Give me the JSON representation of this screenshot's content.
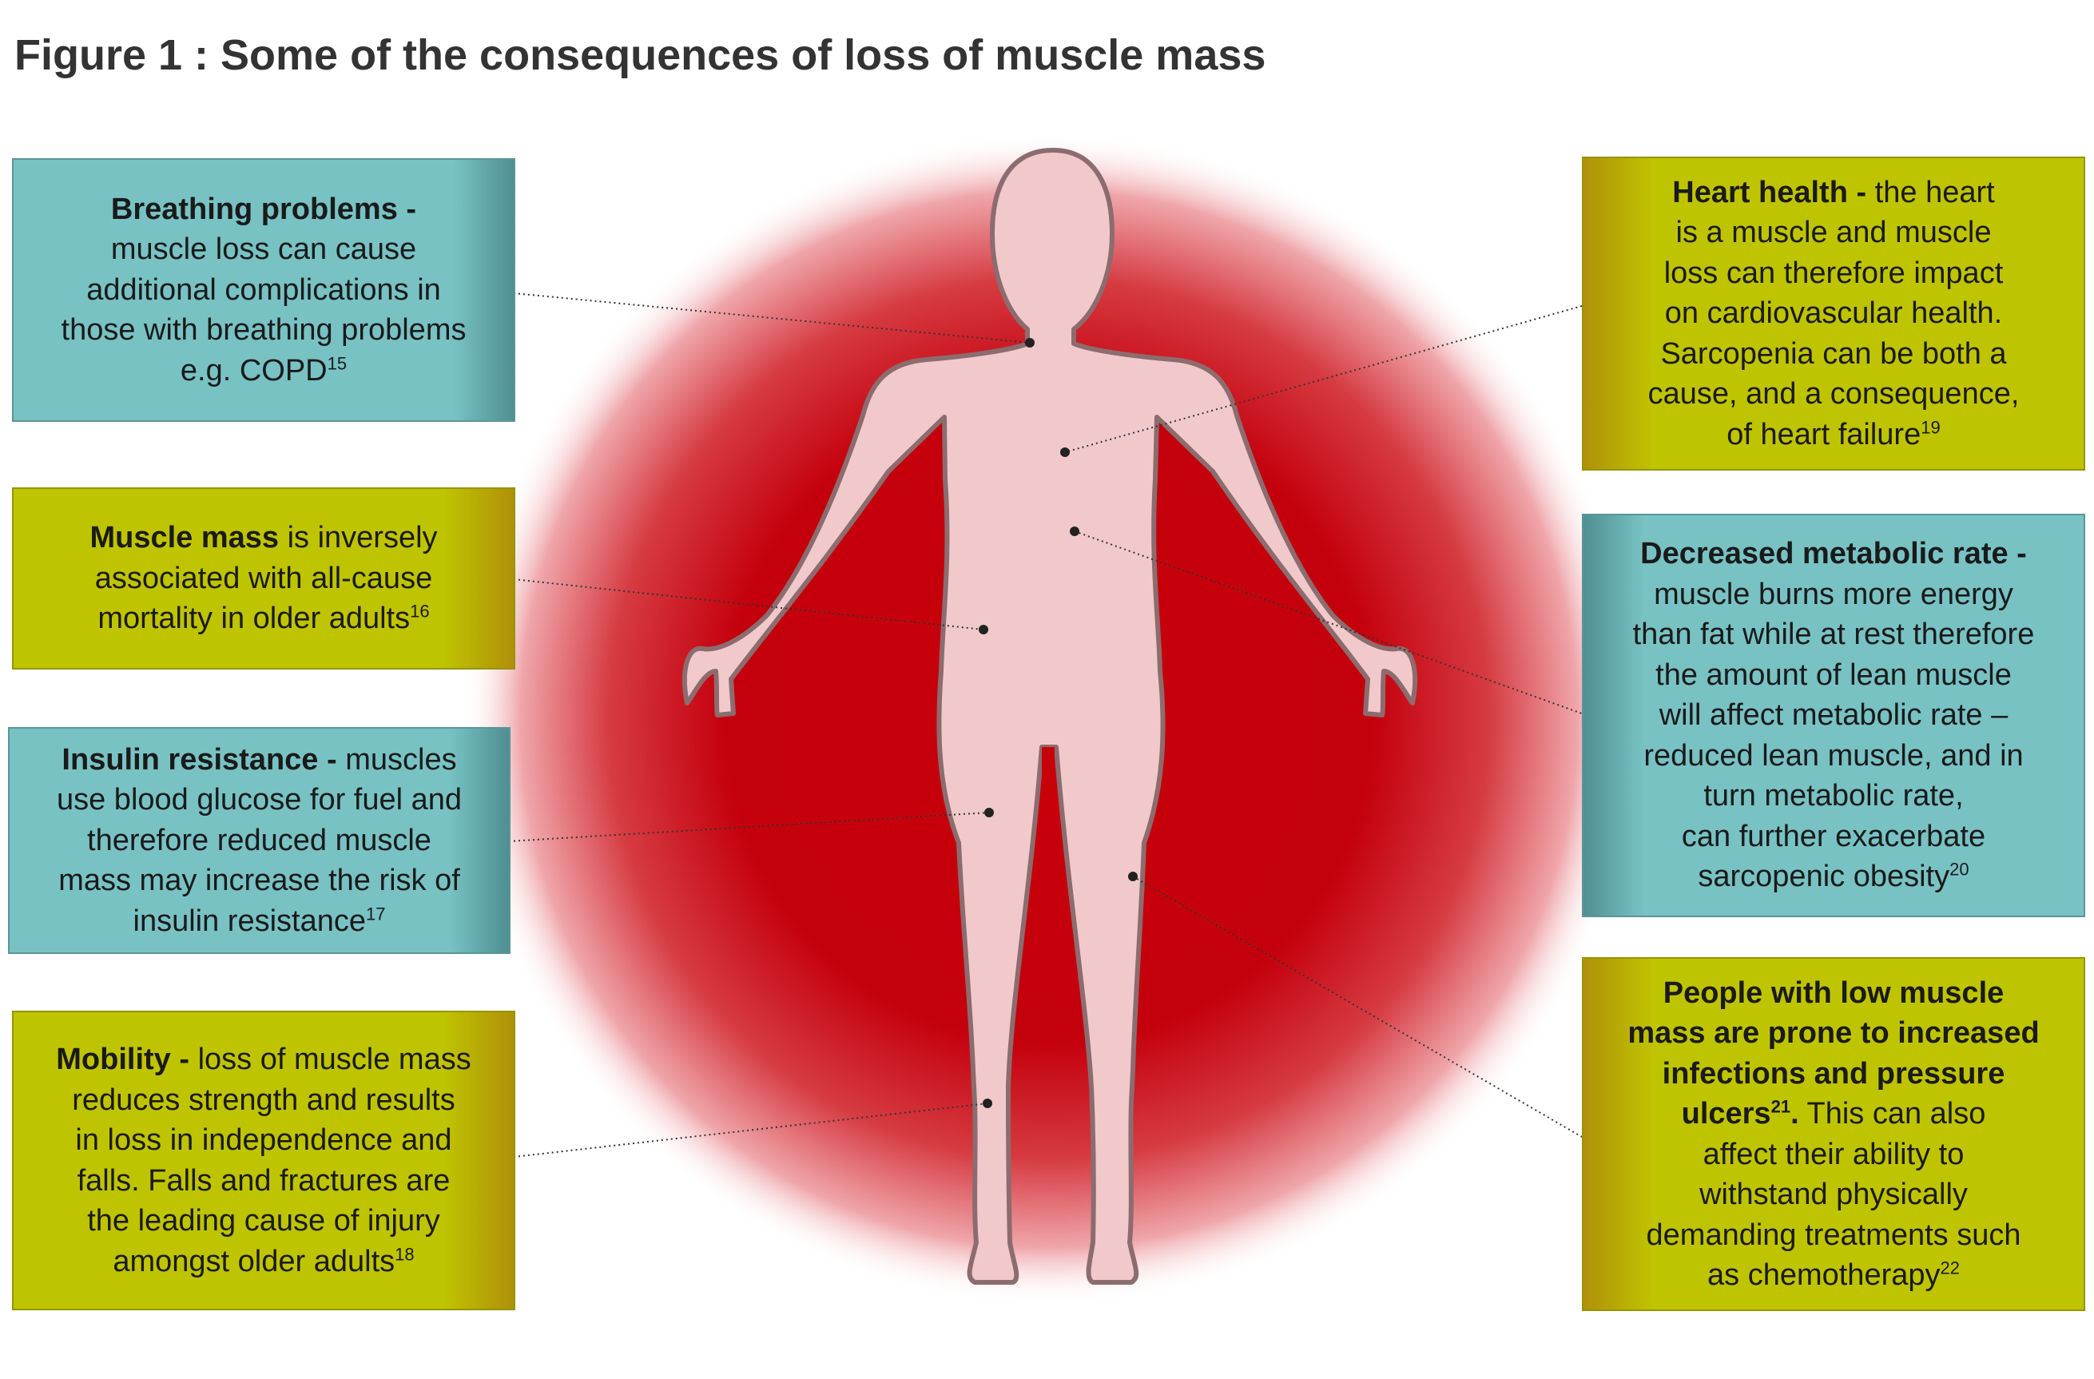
{
  "title": "Figure 1 : Some of the consequences of loss of muscle mass",
  "colors": {
    "teal": "#78c2c4",
    "olive": "#bfc400",
    "glow_center": "#c8000a",
    "body_fill": "#f2c9cb",
    "body_outline": "#8c6c6e",
    "connector": "#333333"
  },
  "callouts": {
    "breathing": {
      "heading": "Breathing problems -",
      "line1": "muscle loss can cause",
      "line2": "additional complications in",
      "line3": "those with breathing problems",
      "line4": "e.g. COPD",
      "ref": "15"
    },
    "muscle_mass": {
      "heading": "Muscle mass",
      "text1": " is inversely",
      "line2": "associated with all-cause",
      "line3": "mortality in older adults",
      "ref": "16"
    },
    "insulin": {
      "heading": "Insulin resistance -",
      "text1": " muscles",
      "line2": "use blood glucose for fuel and",
      "line3": "therefore reduced muscle",
      "line4": "mass may increase the risk of",
      "line5": "insulin resistance",
      "ref": "17"
    },
    "mobility": {
      "heading": "Mobility -",
      "text1": " loss of muscle mass",
      "line2": "reduces strength and results",
      "line3": "in loss in independence and",
      "line4": "falls. Falls and fractures are",
      "line5": "the leading cause of injury",
      "line6": "amongst older adults",
      "ref": "18"
    },
    "heart": {
      "heading": "Heart health -",
      "text1": " the heart",
      "line2": "is a muscle and muscle",
      "line3": "loss can therefore impact",
      "line4": "on cardiovascular health.",
      "line5": "Sarcopenia can be both a",
      "line6": "cause, and a consequence,",
      "line7": "of heart failure",
      "ref": "19"
    },
    "metabolic": {
      "heading": "Decreased metabolic rate -",
      "line2": "muscle burns more energy",
      "line3": "than fat while at rest therefore",
      "line4": "the amount of lean muscle",
      "line5": "will affect metabolic rate –",
      "line6": "reduced lean muscle, and in",
      "line7": "turn metabolic rate,",
      "line8": "can further exacerbate",
      "line9": "sarcopenic obesity",
      "ref": "20"
    },
    "infections": {
      "heading1": "People with low muscle",
      "heading2": "mass are prone to increased",
      "heading3": "infections and pressure",
      "heading4": "ulcers",
      "ref1": "21",
      "heading_end": ".",
      "text1": " This can also",
      "line6": "affect their ability to",
      "line7": "withstand physically",
      "line8": "demanding treatments such",
      "line9": "as chemotherapy",
      "ref2": "22"
    }
  }
}
